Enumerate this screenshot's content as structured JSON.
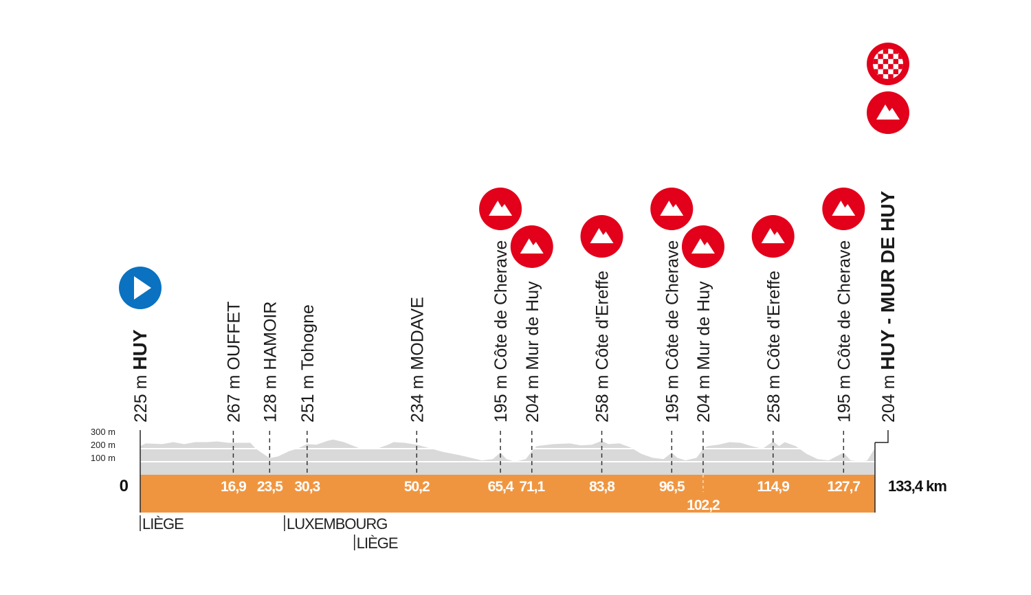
{
  "chart_data": {
    "type": "area",
    "title": "",
    "xlabel": "",
    "ylabel": "",
    "total_distance_label": "133,4 km",
    "zero_label": "0",
    "y_ticks": [
      {
        "value": 100,
        "label": "100 m"
      },
      {
        "value": 200,
        "label": "200 m"
      },
      {
        "value": 300,
        "label": "300 m"
      }
    ],
    "xlim": [
      0,
      133.4
    ],
    "colors": {
      "ground": "#f0953f",
      "profile": "#d9d9d9",
      "climb": "#e2001a",
      "start": "#0a72c0",
      "text": "#1a1a1a"
    },
    "profile": [
      [
        0,
        220
      ],
      [
        1,
        240
      ],
      [
        4,
        235
      ],
      [
        6,
        250
      ],
      [
        8,
        235
      ],
      [
        10,
        250
      ],
      [
        12,
        250
      ],
      [
        14,
        255
      ],
      [
        16,
        245
      ],
      [
        18,
        245
      ],
      [
        20,
        245
      ],
      [
        21,
        200
      ],
      [
        22,
        170
      ],
      [
        23.5,
        128
      ],
      [
        25,
        140
      ],
      [
        27,
        180
      ],
      [
        28.5,
        200
      ],
      [
        30.3,
        235
      ],
      [
        32,
        230
      ],
      [
        34,
        260
      ],
      [
        35,
        270
      ],
      [
        37,
        250
      ],
      [
        40,
        200
      ],
      [
        43,
        200
      ],
      [
        45,
        230
      ],
      [
        46,
        250
      ],
      [
        48,
        245
      ],
      [
        50.2,
        230
      ],
      [
        52,
        210
      ],
      [
        55,
        175
      ],
      [
        58,
        150
      ],
      [
        60,
        130
      ],
      [
        62,
        110
      ],
      [
        64,
        120
      ],
      [
        65.4,
        170
      ],
      [
        66.5,
        120
      ],
      [
        68,
        100
      ],
      [
        70,
        120
      ],
      [
        71.1,
        180
      ],
      [
        72,
        220
      ],
      [
        75,
        235
      ],
      [
        78,
        240
      ],
      [
        80,
        225
      ],
      [
        82,
        230
      ],
      [
        83.8,
        260
      ],
      [
        85,
        235
      ],
      [
        87,
        240
      ],
      [
        89,
        210
      ],
      [
        91,
        160
      ],
      [
        93,
        130
      ],
      [
        95,
        120
      ],
      [
        96.5,
        170
      ],
      [
        97.5,
        130
      ],
      [
        99,
        110
      ],
      [
        101,
        130
      ],
      [
        102.2,
        200
      ],
      [
        103,
        220
      ],
      [
        105,
        230
      ],
      [
        107,
        250
      ],
      [
        109,
        245
      ],
      [
        111,
        220
      ],
      [
        113,
        200
      ],
      [
        114.9,
        255
      ],
      [
        116,
        220
      ],
      [
        117,
        250
      ],
      [
        119,
        220
      ],
      [
        121,
        160
      ],
      [
        123,
        120
      ],
      [
        125,
        110
      ],
      [
        127.7,
        170
      ],
      [
        129,
        110
      ],
      [
        131,
        100
      ],
      [
        132,
        110
      ],
      [
        133.4,
        204
      ]
    ],
    "waypoints": [
      {
        "km": 0,
        "km_label": "",
        "alt": "225 m",
        "name": "HUY",
        "bold": true,
        "icon": "start-play-icon"
      },
      {
        "km": 16.9,
        "km_label": "16,9",
        "alt": "267 m",
        "name": "OUFFET",
        "bold": false,
        "icon": ""
      },
      {
        "km": 23.5,
        "km_label": "23,5",
        "alt": "128 m",
        "name": "HAMOIR",
        "bold": false,
        "icon": ""
      },
      {
        "km": 30.3,
        "km_label": "30,3",
        "alt": "251 m",
        "name": "Tohogne",
        "bold": false,
        "icon": ""
      },
      {
        "km": 50.2,
        "km_label": "50,2",
        "alt": "234 m",
        "name": "MODAVE",
        "bold": false,
        "icon": ""
      },
      {
        "km": 65.4,
        "km_label": "65,4",
        "alt": "195 m",
        "name": "Côte de Cherave",
        "bold": false,
        "icon": "mountain-icon"
      },
      {
        "km": 71.1,
        "km_label": "71,1",
        "alt": "204 m",
        "name": "Mur de Huy",
        "bold": false,
        "icon": "mountain-icon"
      },
      {
        "km": 83.8,
        "km_label": "83,8",
        "alt": "258 m",
        "name": "Côte d'Ereffe",
        "bold": false,
        "icon": "mountain-icon"
      },
      {
        "km": 96.5,
        "km_label": "96,5",
        "alt": "195 m",
        "name": "Côte de Cherave",
        "bold": false,
        "icon": "mountain-icon"
      },
      {
        "km": 102.2,
        "km_label": "102,2",
        "alt": "204 m",
        "name": "Mur de Huy",
        "bold": false,
        "icon": "mountain-icon"
      },
      {
        "km": 114.9,
        "km_label": "114,9",
        "alt": "258 m",
        "name": "Côte d'Ereffe",
        "bold": false,
        "icon": "mountain-icon"
      },
      {
        "km": 127.7,
        "km_label": "127,7",
        "alt": "195 m",
        "name": "Côte de Cherave",
        "bold": false,
        "icon": "mountain-icon"
      },
      {
        "km": 133.4,
        "km_label": "",
        "alt": "204 m",
        "name": "HUY - MUR DE HUY",
        "bold": true,
        "icon": "finish-flag-icon"
      }
    ],
    "provinces": [
      {
        "km": 0,
        "label": "LIÈGE"
      },
      {
        "km": 26.2,
        "label": "LUXEMBOURG"
      },
      {
        "km": 38.9,
        "label": "LIÈGE"
      }
    ]
  }
}
